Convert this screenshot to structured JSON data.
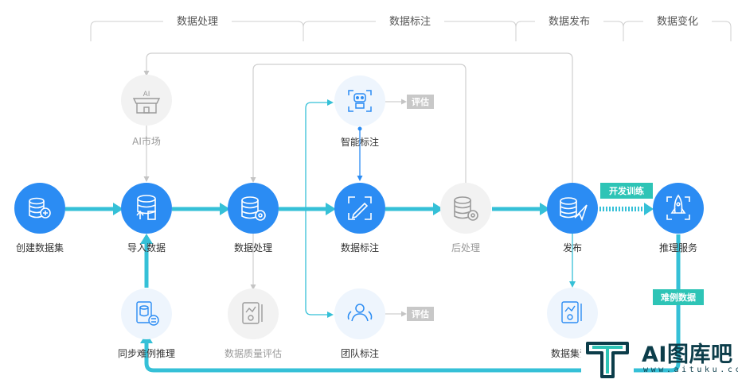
{
  "stages": {
    "processing": "数据处理",
    "annotation": "数据标注",
    "release": "数据发布",
    "change": "数据变化"
  },
  "nodes": {
    "create_dataset": "创建数据集",
    "import_data": "导入数据",
    "data_processing": "数据处理",
    "data_annotation": "数据标注",
    "post_processing": "后处理",
    "publish": "发布",
    "inference_service": "推理服务",
    "ai_market": "AI市场",
    "smart_annotation": "智能标注",
    "team_annotation": "团队标注",
    "data_quality": "数据质量评估",
    "sync_hard_cases": "同步难例推理",
    "dataset_eval": "数据集评"
  },
  "tags": {
    "eval_top": "评估",
    "eval_bottom": "评估",
    "dev_training": "开发训练",
    "hard_case_data": "难例数据"
  },
  "watermark": {
    "title": "AI图库吧",
    "url": "www.aituku.cc"
  },
  "colors": {
    "primary": "#2b8cf3",
    "teal_flow": "#35c0d7",
    "tag_green": "#2ec4b6",
    "muted_grey": "#c9c9c9",
    "pale_circle": "#eef5fd"
  }
}
